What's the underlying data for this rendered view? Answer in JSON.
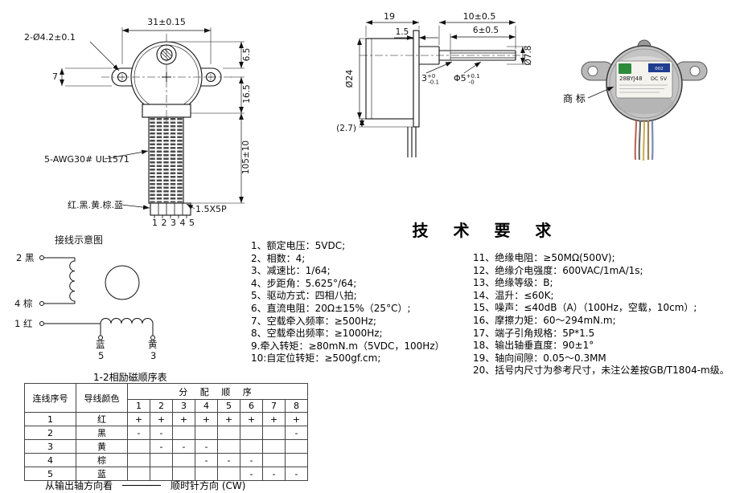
{
  "front_view": {
    "dim_width_top": "31±0.15",
    "dim_holes": "2-Ø4.2±0.1",
    "dim_ear": "7",
    "dim_65": "6.5",
    "dim_165": "16.5",
    "dim_wire_len": "105±10",
    "wire_spec": "5-AWG30#  UL1571",
    "wire_colors": "红.黑.黄.棕.蓝",
    "connector_spec": "1.5X5P",
    "pin_numbers": "12345"
  },
  "side_view": {
    "dim_body_len": "19",
    "dim_plate": "1.5",
    "dim_shaft_len": "10±0.5",
    "dim_flat_len": "6±0.5",
    "dim_body_dia": "Ø24",
    "dim_boss_dia": "Ø7.8",
    "dim_flat": "3",
    "dim_flat_sup": "+0",
    "dim_flat_sub": "-0.1",
    "dim_shaft_dia": "Φ5",
    "dim_shaft_sup": "+0.1",
    "dim_shaft_sub": "-0",
    "dim_ref": "(2.7)"
  },
  "photo": {
    "callout": "商 标",
    "label_model": "28BYJ48",
    "label_voltage": "DC 5V",
    "label_code": "002"
  },
  "wiring": {
    "title": "接线示意图",
    "term_black": "2 黑",
    "term_brown": "4 棕",
    "term_red": "1 红",
    "term_blue_color": "蓝",
    "term_blue_num": "5",
    "term_yellow_color": "黄",
    "term_yellow_num": "3"
  },
  "tech_req": {
    "title": "技 术 要 求",
    "left": [
      "1、额定电压：5VDC;",
      "2、相数：4;",
      "3、减速比：1/64;",
      "4、步距角：5.625°/64;",
      "5、驱动方式：四相八拍;",
      "6、直流电阻：20Ω±15%（25°C）;",
      "7、空载牵入频率：≥500Hz;",
      "8、空载牵出频率：≥1000Hz;",
      "9.牵入转矩：≥80mN.m（5VDC，100Hz）",
      "10:自定位转矩：≥500gf.cm;"
    ],
    "right": [
      "11、绝缘电阻：≥50MΩ(500V);",
      "12、绝缘介电强度：600VAC/1mA/1s;",
      "13、绝缘等级：B;",
      "14、温升：≤60K;",
      "15、噪声：≤40dB（A）（100Hz，空载，10cm）;",
      "16、摩擦力矩：60～294mN.m;",
      "17、端子引角规格：5P*1.5",
      "18、输出轴垂直度：90±1°",
      "19、轴向间隙：0.05～0.3MM",
      "20、括号内尺寸为参考尺寸，未注公差按GB/T1804-m级。"
    ]
  },
  "table": {
    "title": "1-2相励磁顺序表",
    "col_num": "连线序号",
    "col_color": "导线颜色",
    "col_seq": "分 配 顺 序",
    "steps": [
      "1",
      "2",
      "3",
      "4",
      "5",
      "6",
      "7",
      "8"
    ],
    "rows": [
      {
        "num": "1",
        "color": "红",
        "marks": [
          "+",
          "+",
          "+",
          "+",
          "+",
          "+",
          "+",
          "+"
        ]
      },
      {
        "num": "2",
        "color": "黑",
        "marks": [
          "-",
          "-",
          "",
          "",
          "",
          "",
          "",
          "-"
        ]
      },
      {
        "num": "3",
        "color": "黄",
        "marks": [
          "",
          "-",
          "-",
          "-",
          "",
          "",
          "",
          ""
        ]
      },
      {
        "num": "4",
        "color": "棕",
        "marks": [
          "",
          "",
          "",
          "-",
          "-",
          "-",
          "",
          ""
        ]
      },
      {
        "num": "5",
        "color": "蓝",
        "marks": [
          "",
          "",
          "",
          "",
          "",
          "-",
          "-",
          "-"
        ]
      }
    ],
    "footnote_left": "从输出轴方向看",
    "footnote_right": "顺时针方向 (CW)"
  }
}
